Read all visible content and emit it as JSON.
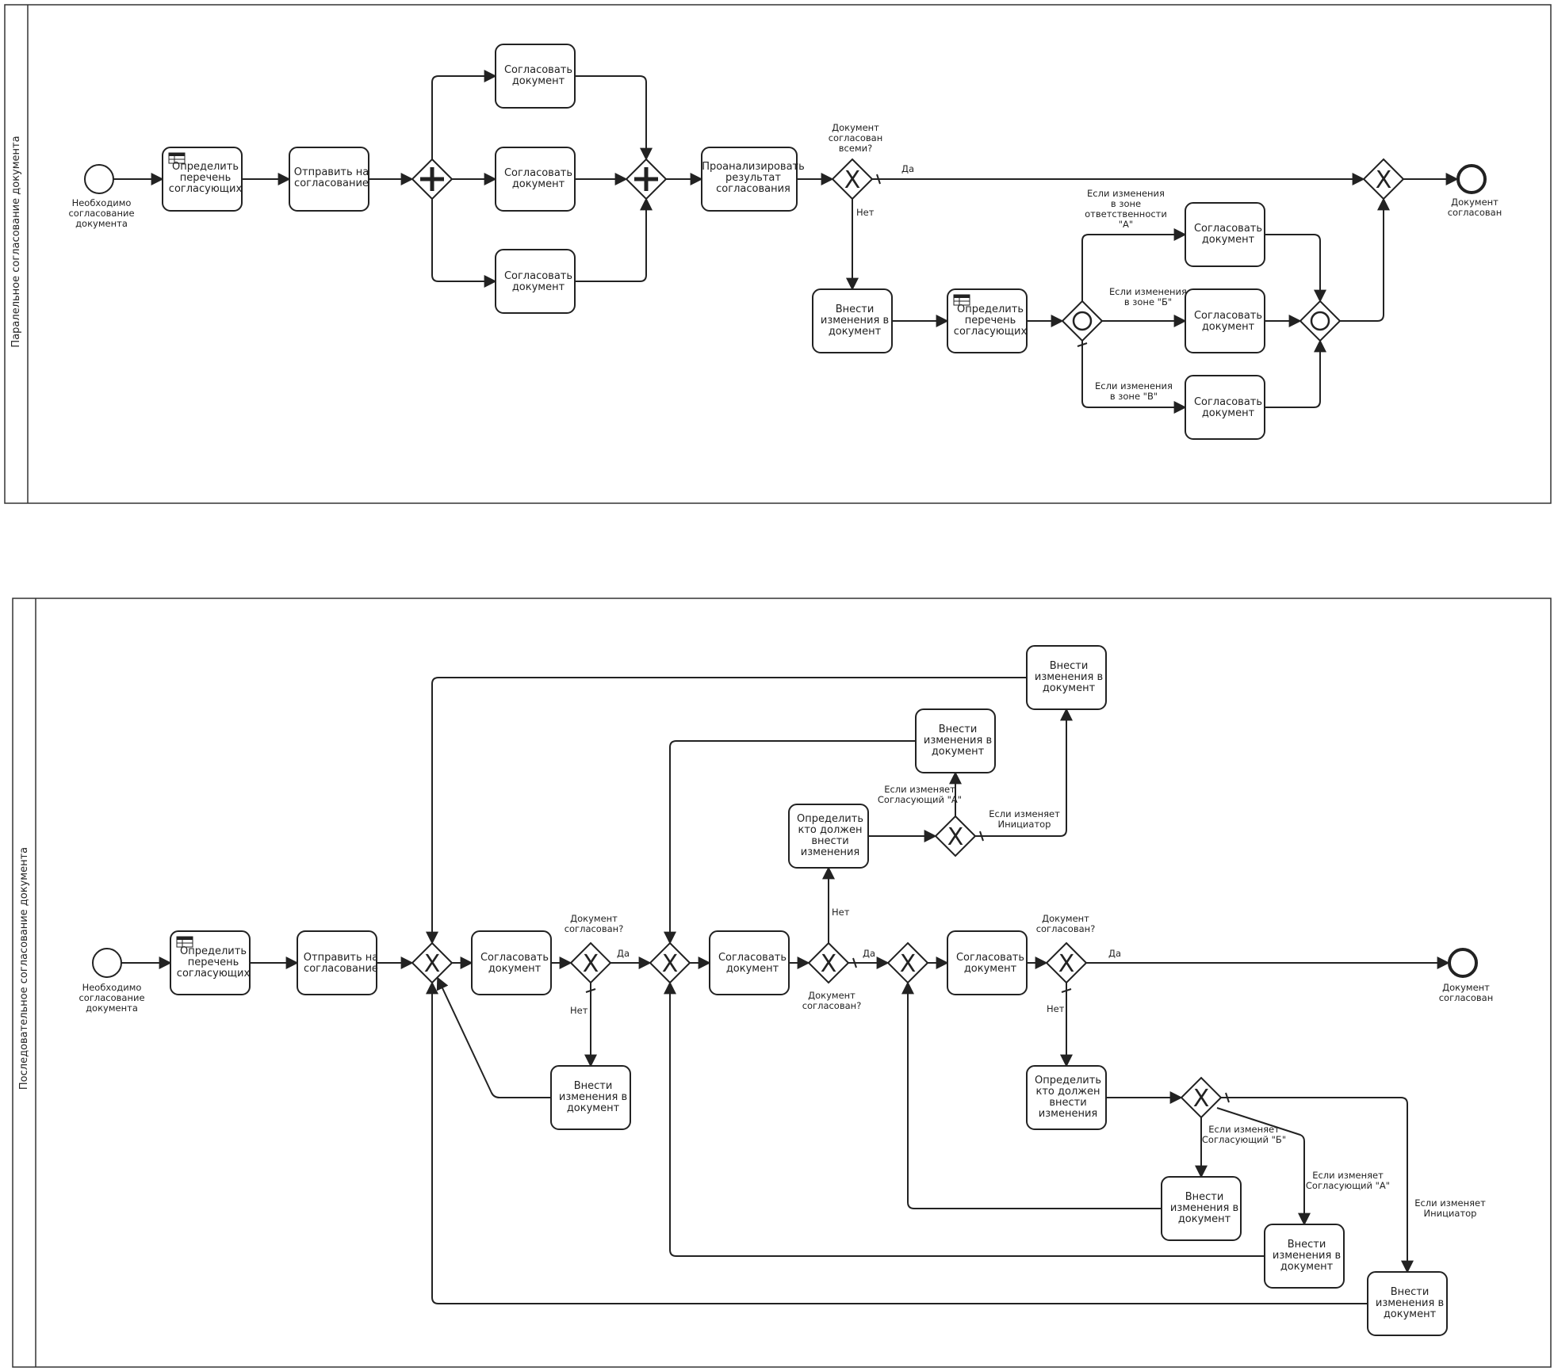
{
  "pools": {
    "parallel": "Паралельное согласование документа",
    "sequential": "Последовательное согласование документа"
  },
  "colors": {
    "stroke": "#222222",
    "background": "#ffffff"
  },
  "icons": {
    "table": "table-icon",
    "parallel_gateway": "plus-icon",
    "exclusive_gateway": "x-icon",
    "inclusive_gateway": "circle-icon"
  },
  "p": {
    "start": [
      "Необходимо",
      "согласование",
      "документа"
    ],
    "t_list": [
      "Определить",
      "перечень",
      "согласующих"
    ],
    "t_send": [
      "Отправить на",
      "согласование"
    ],
    "t_approve1": [
      "Согласовать",
      "документ"
    ],
    "t_approve2": [
      "Согласовать",
      "документ"
    ],
    "t_approve3": [
      "Согласовать",
      "документ"
    ],
    "t_analyze": [
      "Проанализировать",
      "результат",
      "согласования"
    ],
    "q_all": [
      "Документ",
      "согласован",
      "всеми?"
    ],
    "yes": "Да",
    "no": "Нет",
    "t_changes": [
      "Внести",
      "изменения в",
      "документ"
    ],
    "t_list2": [
      "Определить",
      "перечень",
      "согласующих"
    ],
    "c_a": [
      "Если изменения",
      "в зоне",
      "ответственности",
      "\"А\""
    ],
    "c_b": [
      "Если изменения",
      "в зоне \"Б\""
    ],
    "c_v": [
      "Если изменения",
      "в зоне \"В\""
    ],
    "t_a": [
      "Согласовать",
      "документ"
    ],
    "t_b": [
      "Согласовать",
      "документ"
    ],
    "t_v": [
      "Согласовать",
      "документ"
    ],
    "end": [
      "Документ",
      "согласован"
    ]
  },
  "s": {
    "start": [
      "Необходимо",
      "согласование",
      "документа"
    ],
    "t_list": [
      "Определить",
      "перечень",
      "согласующих"
    ],
    "t_send": [
      "Отправить на",
      "согласование"
    ],
    "t_approve1": [
      "Согласовать",
      "документ"
    ],
    "q1": [
      "Документ",
      "согласован?"
    ],
    "yes1": "Да",
    "no1": "Нет",
    "t_fix1": [
      "Внести",
      "изменения в",
      "документ"
    ],
    "t_approve2": [
      "Согласовать",
      "документ"
    ],
    "q2": [
      "Документ",
      "согласован?"
    ],
    "yes2": "Да",
    "no2": "Нет",
    "t_who1": [
      "Определить",
      "кто должен",
      "внести",
      "изменения"
    ],
    "c_sa1": [
      "Если изменяет",
      "Согласующий \"А\""
    ],
    "c_init1": [
      "Если изменяет",
      "Инициатор"
    ],
    "t_fix2": [
      "Внести",
      "изменения в",
      "документ"
    ],
    "t_fix3": [
      "Внести",
      "изменения в",
      "документ"
    ],
    "t_approve3": [
      "Согласовать",
      "документ"
    ],
    "q3": [
      "Документ",
      "согласован?"
    ],
    "yes3": "Да",
    "no3": "Нет",
    "t_who2": [
      "Определить",
      "кто должен",
      "внести",
      "изменения"
    ],
    "c_sb": [
      "Если изменяет",
      "Согласующий \"Б\""
    ],
    "c_sa2": [
      "Если изменяет",
      "Согласующий \"А\""
    ],
    "c_init2": [
      "Если изменяет",
      "Инициатор"
    ],
    "t_fix4": [
      "Внести",
      "изменения в",
      "документ"
    ],
    "t_fix5": [
      "Внести",
      "изменения в",
      "документ"
    ],
    "t_fix6": [
      "Внести",
      "изменения в",
      "документ"
    ],
    "end": [
      "Документ",
      "согласован"
    ]
  }
}
